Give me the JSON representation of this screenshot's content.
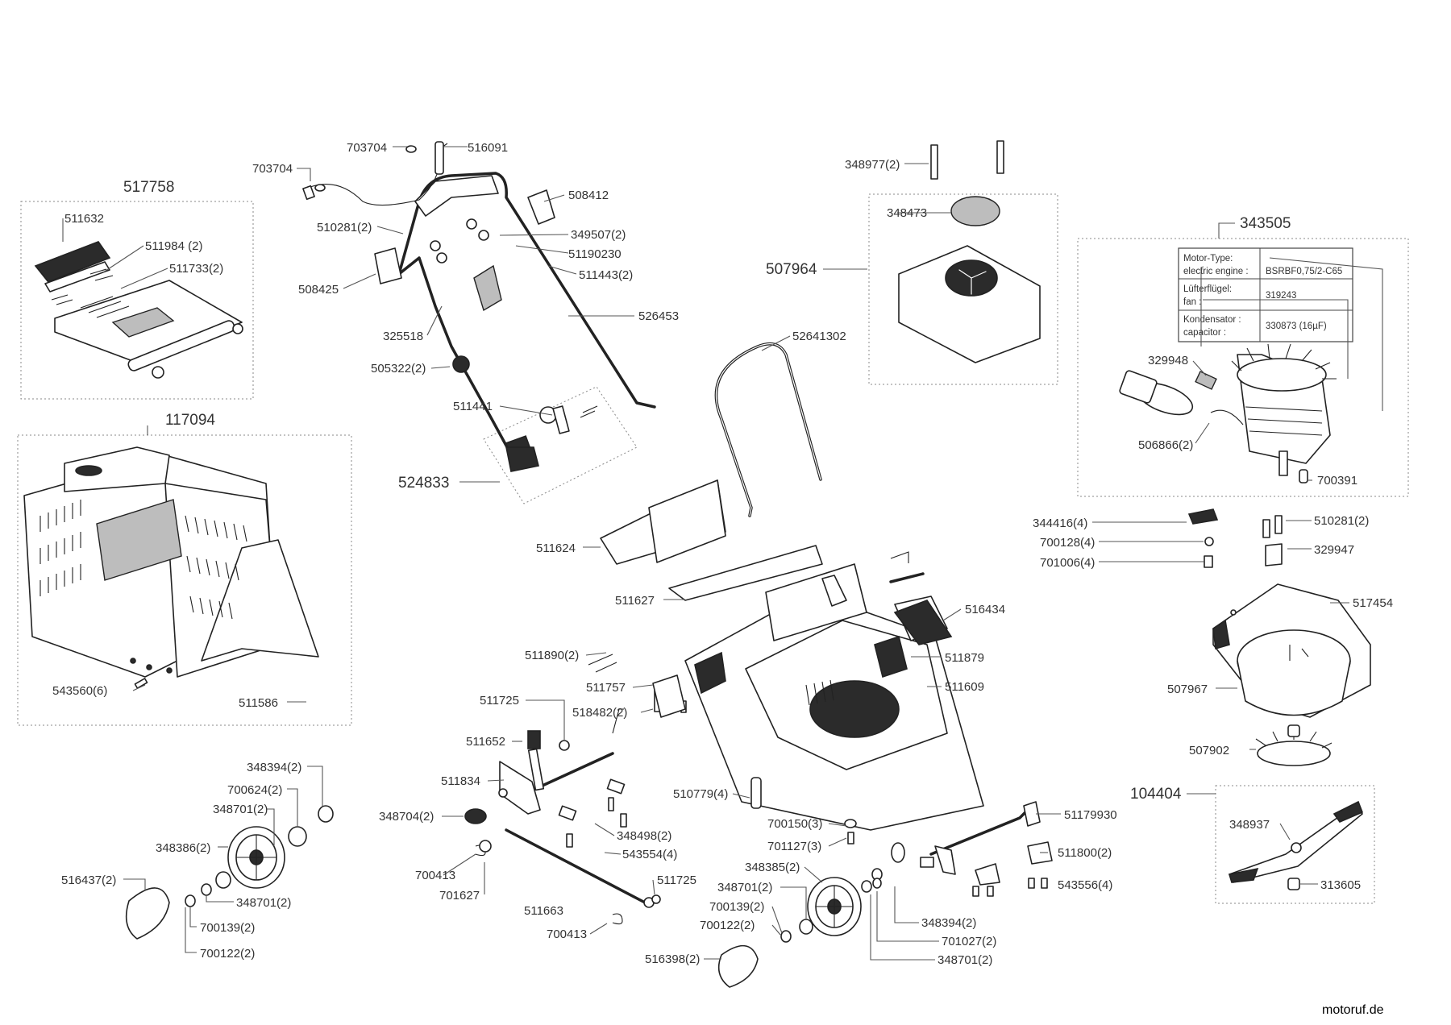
{
  "labels": {
    "l703704a": "703704",
    "l516091": "516091",
    "l703704b": "703704",
    "l517758": "517758",
    "l511632": "511632",
    "l511984": "511984 (2)",
    "l511733": "511733(2)",
    "l508412": "508412",
    "l510281a": "510281(2)",
    "l349507": "349507(2)",
    "l51190230": "51190230",
    "l511443": "511443(2)",
    "l508425": "508425",
    "l526453": "526453",
    "l325518": "325518",
    "l505322": "505322(2)",
    "l511441": "511441",
    "l524833": "524833",
    "l117094": "117094",
    "l543560": "543560(6)",
    "l511586": "511586",
    "l348977": "348977(2)",
    "l348473": "348473",
    "l507964": "507964",
    "l343505": "343505",
    "l329948": "329948",
    "l506866": "506866(2)",
    "l700391": "700391",
    "l52641302": "52641302",
    "l511624": "511624",
    "l511627": "511627",
    "l516434": "516434",
    "l511879": "511879",
    "l511609": "511609",
    "l511890": "511890(2)",
    "l511757": "511757",
    "l518482": "518482(2)",
    "l511725a": "511725",
    "l511652": "511652",
    "l511834": "511834",
    "l348704": "348704(2)",
    "l348498": "348498(2)",
    "l543554": "543554(4)",
    "l700413a": "700413",
    "l701627": "701627",
    "l511725b": "511725",
    "l511663": "511663",
    "l700413b": "700413",
    "l510779": "510779(4)",
    "l700150": "700150(3)",
    "l701127": "701127(3)",
    "l348385": "348385(2)",
    "l348701a": "348701(2)",
    "l700139a": "700139(2)",
    "l700122a": "700122(2)",
    "l516398": "516398(2)",
    "l348394a": "348394(2)",
    "l701027": "701027(2)",
    "l348701b": "348701(2)",
    "l51179930": "51179930",
    "l511800": "511800(2)",
    "l543556": "543556(4)",
    "l344416": "344416(4)",
    "l700128": "700128(4)",
    "l701006": "701006(4)",
    "l510281b": "510281(2)",
    "l329947": "329947",
    "l517454": "517454",
    "l507967": "507967",
    "l507902": "507902",
    "l104404": "104404",
    "l348937": "348937",
    "l313605": "313605",
    "l348394b": "348394(2)",
    "l700624": "700624(2)",
    "l348701c": "348701(2)",
    "l348386": "348386(2)",
    "l516437": "516437(2)",
    "l348701d": "348701(2)",
    "l700139b": "700139(2)",
    "l700122b": "700122(2)"
  },
  "motor_table": {
    "rows": [
      {
        "label1": "Motor-Type:",
        "label2": "electric engine :",
        "value": "BSRBF0,75/2-C65"
      },
      {
        "label1": "Lüfterflügel:",
        "label2": "fan :",
        "value": "319243"
      },
      {
        "label1": "Kondensator :",
        "label2": "capacitor :",
        "value": "330873 (16µF)"
      }
    ]
  },
  "brand": {
    "part1": "moto",
    "part2": "ruf",
    "tld": ".de"
  }
}
